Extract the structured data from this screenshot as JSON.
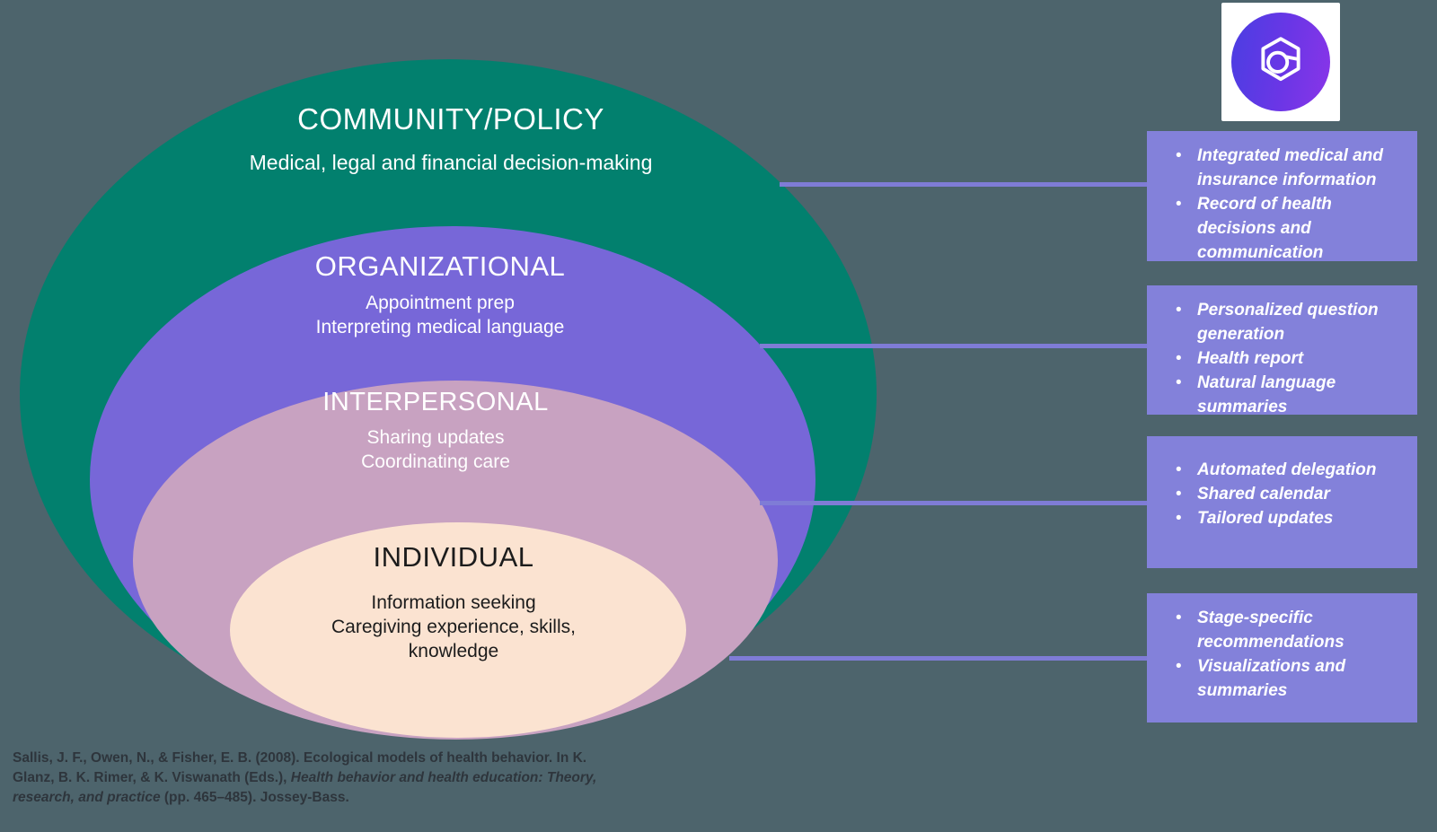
{
  "colors": {
    "background": "#4d646c",
    "community_ellipse": "#02806e",
    "organizational_ellipse": "#7767d8",
    "interpersonal_ellipse": "#c8a2c1",
    "individual_ellipse": "#fbe3d1",
    "callout_box": "#8381da",
    "connector_line": "#7f7cd6",
    "logo_gradient_start": "#4a3ee2",
    "logo_gradient_end": "#8a35e8",
    "dark_text": "#1c1c1c",
    "light_text": "#ffffff"
  },
  "diagram": {
    "levels": [
      {
        "title": "COMMUNITY/POLICY",
        "subtitle_lines": [
          "Medical, legal and financial decision-making"
        ]
      },
      {
        "title": "ORGANIZATIONAL",
        "subtitle_lines": [
          "Appointment prep",
          "Interpreting medical language"
        ]
      },
      {
        "title": "INTERPERSONAL",
        "subtitle_lines": [
          "Sharing updates",
          "Coordinating care"
        ]
      },
      {
        "title": "INDIVIDUAL",
        "subtitle_lines": [
          "Information seeking",
          "Caregiving experience, skills,",
          "knowledge"
        ]
      }
    ]
  },
  "callouts": [
    {
      "items": [
        "Integrated medical and insurance information",
        "Record of health decisions and communication"
      ]
    },
    {
      "items": [
        "Personalized question generation",
        "Health report",
        "Natural language summaries"
      ]
    },
    {
      "items": [
        "Automated delegation",
        "Shared calendar",
        "Tailored updates"
      ]
    },
    {
      "items": [
        "Stage-specific recommendations",
        "Visualizations and summaries"
      ]
    }
  ],
  "citation": {
    "segments": {
      "pre": "Sallis, J. F., Owen, N., & Fisher, E. B. (2008). Ecological models of health behavior. In K. Glanz, B. K. Rimer, & K. Viswanath (Eds.), ",
      "italic": "Health behavior and health education: Theory, research, and practice",
      "post": " (pp. 465–485). Jossey-Bass."
    }
  }
}
